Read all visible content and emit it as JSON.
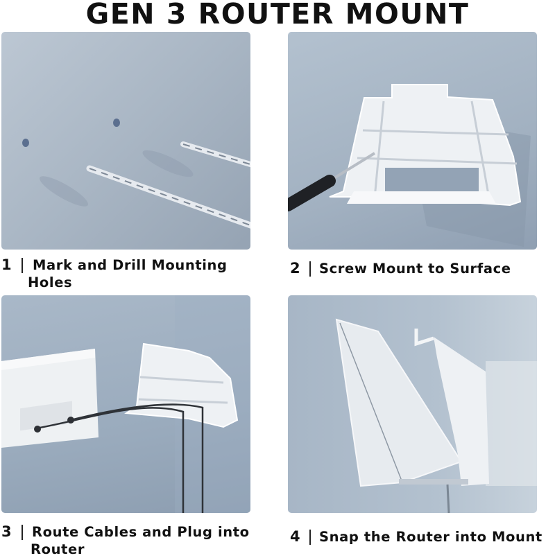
{
  "title": "GEN 3 ROUTER MOUNT",
  "steps": [
    {
      "number": "1",
      "label_line1": "Mark and Drill Mounting",
      "label_line2": "Holes",
      "image": "drill-bits-and-wall-holes"
    },
    {
      "number": "2",
      "label_line1": "Screw Mount to Surface",
      "label_line2": "",
      "image": "screwdriver-fastening-mount"
    },
    {
      "number": "3",
      "label_line1": "Route Cables and Plug into",
      "label_line2": "Router",
      "image": "router-cables-through-mount"
    },
    {
      "number": "4",
      "label_line1": "Snap the Router into Mount",
      "label_line2": "",
      "image": "router-snapped-in-mount"
    }
  ],
  "colors": {
    "panel_bg": "#a9b6c4",
    "text": "#111111",
    "mount_white": "#f2f4f6"
  }
}
